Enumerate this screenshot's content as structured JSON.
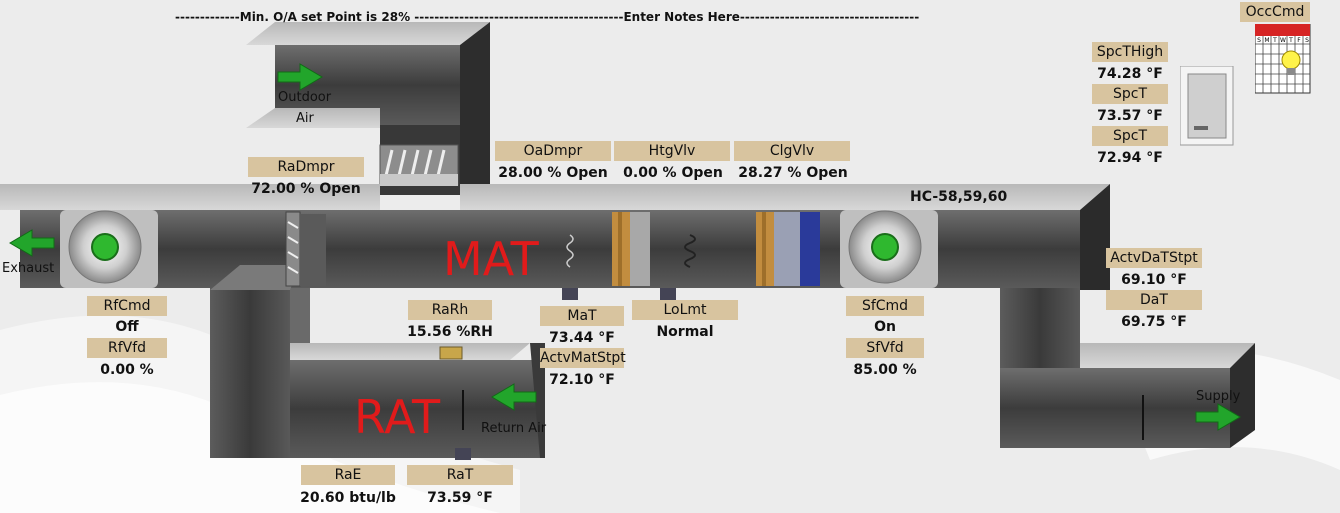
{
  "header": {
    "notes": "-------------Min. O/A set Point is 28% ------------------------------------------Enter Notes Here------------------------------------"
  },
  "unit_id": "HC-58,59,60",
  "section_labels": {
    "mat": "MAT",
    "rat": "RAT"
  },
  "airflow_labels": {
    "outdoor_line1": "Outdoor",
    "outdoor_line2": "Air",
    "exhaust": "Exhaust",
    "return_air": "Return Air",
    "supply": "Supply"
  },
  "points": {
    "occ_cmd": {
      "label": "OccCmd"
    },
    "spc_t_high": {
      "label": "SpcTHigh",
      "value": "74.28 °F"
    },
    "spc_t_1": {
      "label": "SpcT",
      "value": "73.57 °F"
    },
    "spc_t_2": {
      "label": "SpcT",
      "value": "72.94 °F"
    },
    "ra_dmpr": {
      "label": "RaDmpr",
      "value": "72.00 % Open"
    },
    "oa_dmpr": {
      "label": "OaDmpr",
      "value": "28.00 % Open"
    },
    "htg_vlv": {
      "label": "HtgVlv",
      "value": "0.00 % Open"
    },
    "clg_vlv": {
      "label": "ClgVlv",
      "value": "28.27 % Open"
    },
    "rf_cmd": {
      "label": "RfCmd",
      "value": "Off"
    },
    "rf_vfd": {
      "label": "RfVfd",
      "value": "0.00 %"
    },
    "ra_rh": {
      "label": "RaRh",
      "value": "15.56 %RH"
    },
    "ma_t": {
      "label": "MaT",
      "value": "73.44 °F"
    },
    "actv_mat_stpt": {
      "label": "ActvMatStpt",
      "value": "72.10 °F"
    },
    "lo_lmt": {
      "label": "LoLmt",
      "value": "Normal"
    },
    "sf_cmd": {
      "label": "SfCmd",
      "value": "On"
    },
    "sf_vfd": {
      "label": "SfVfd",
      "value": "85.00 %"
    },
    "actv_dat_stpt": {
      "label": "ActvDaTStpt",
      "value": "69.10 °F"
    },
    "da_t": {
      "label": "DaT",
      "value": "69.75 °F"
    },
    "ra_e": {
      "label": "RaE",
      "value": "20.60 btu/lb"
    },
    "ra_t": {
      "label": "RaT",
      "value": "73.59 °F"
    }
  },
  "calendar": {
    "days": [
      "S",
      "M",
      "T",
      "W",
      "T",
      "F",
      "S"
    ]
  },
  "colors": {
    "duct_dark": "#4a4a4a",
    "duct_light": "#d0d0d0",
    "label_bg": "#d8c49f",
    "airflow_arrow": "#22a52b",
    "section_text": "#e11b1b"
  },
  "icons": [
    "airflow-arrow-icon",
    "fan-icon",
    "damper-icon",
    "coil-icon",
    "sensor-icon",
    "thermostat-icon",
    "calendar-icon",
    "lightbulb-icon"
  ]
}
